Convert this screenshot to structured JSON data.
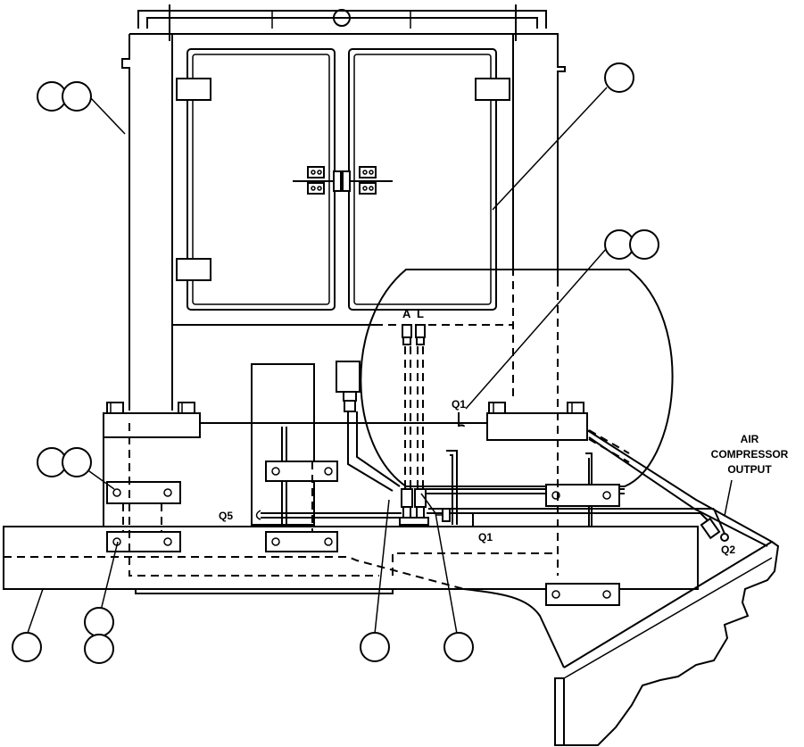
{
  "labels": {
    "a": "A",
    "l": "L",
    "q1_upper": "Q1",
    "q1_lower": "Q1",
    "q2": "Q2",
    "q5": "Q5",
    "air_compressor_line1": "AIR",
    "air_compressor_line2": "COMPRESSOR",
    "air_compressor_line3": "OUTPUT"
  }
}
